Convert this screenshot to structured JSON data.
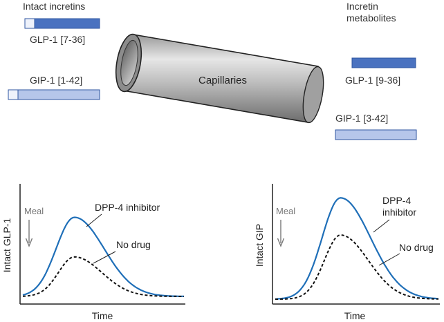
{
  "top": {
    "left_heading": "Intact incretins",
    "right_heading_lines": [
      "Incretin",
      "metabolites"
    ],
    "vessel_label": "Capillaries",
    "intact": [
      {
        "label": "GLP-1 [7-36]",
        "cleaved_fraction": 0.13
      },
      {
        "label": "GIP-1 [1-42]",
        "cleaved_fraction": 0.13
      }
    ],
    "metabolites": [
      {
        "label": "GLP-1 [9-36]"
      },
      {
        "label": "GIP-1 [3-42]"
      }
    ],
    "colors": {
      "glp_bar": "#4a72c0",
      "gip_bar": "#b6c6ea",
      "cleaved_segment": "#eef2fb",
      "bar_border": "#2f55a0"
    }
  },
  "charts": [
    {
      "ylabel": "Intact GLP-1",
      "xlabel": "Time",
      "meal_label": "Meal",
      "series": [
        {
          "name": "DPP-4 inhibitor",
          "peak": 0.72
        },
        {
          "name": "No drug",
          "peak": 0.36
        }
      ]
    },
    {
      "ylabel": "Intact GIP",
      "xlabel": "Time",
      "meal_label": "Meal",
      "series": [
        {
          "name": "DPP-4 inhibitor",
          "peak": 0.9
        },
        {
          "name": "No drug",
          "peak": 0.57
        }
      ]
    }
  ],
  "chart_style": {
    "inhibitor_color": "#1f6fb8",
    "nodrug_color": "#111111",
    "meal_color": "#777777"
  }
}
